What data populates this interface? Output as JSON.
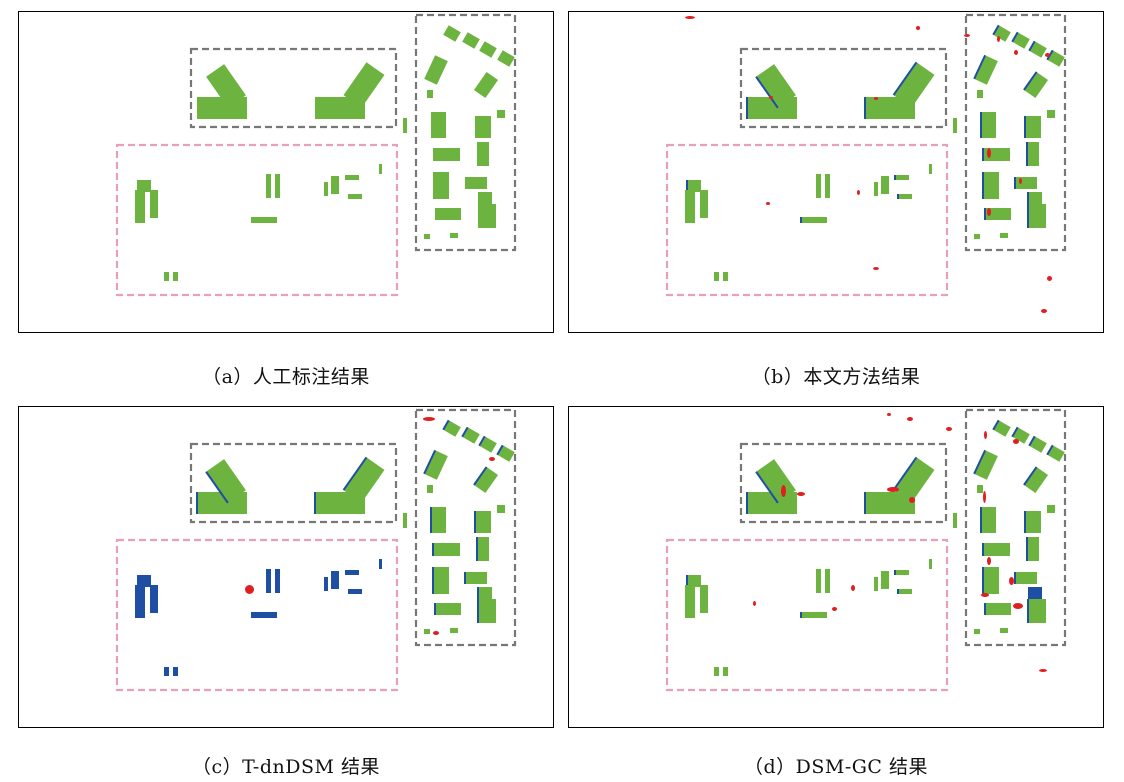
{
  "colors": {
    "building": "#6db33f",
    "missed": "#1f4fa3",
    "false_alarm": "#e02020",
    "box_gray": "#777777",
    "box_pink": "#e8a0b8",
    "frame": "#000000"
  },
  "panels": [
    {
      "id": "a",
      "caption": "（a）人工标注结果",
      "method": "ground-truth"
    },
    {
      "id": "b",
      "caption": "（b）本文方法结果",
      "method": "ours"
    },
    {
      "id": "c",
      "caption": "（c）T-dnDSM 结果",
      "method": "tdndsm"
    },
    {
      "id": "d",
      "caption": "（d）DSM-GC 结果",
      "method": "dsmgc"
    }
  ]
}
